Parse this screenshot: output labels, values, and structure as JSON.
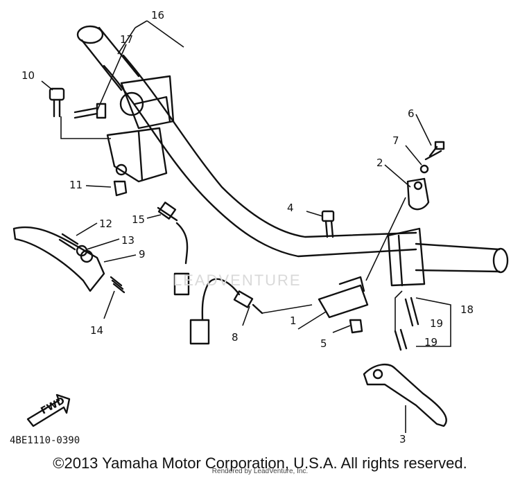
{
  "part_numbers": {
    "p1": "1",
    "p2": "2",
    "p3": "3",
    "p4": "4",
    "p5": "5",
    "p6": "6",
    "p7": "7",
    "p8": "8",
    "p9": "9",
    "p10": "10",
    "p11": "11",
    "p12": "12",
    "p13": "13",
    "p14": "14",
    "p15": "15",
    "p16": "16",
    "p17": "17",
    "p18": "18",
    "p19a": "19",
    "p19b": "19"
  },
  "fwd_label": "FWD",
  "part_code": "4BE1110-0390",
  "copyright": "©2013 Yamaha Motor Corporation, U.S.A. All rights reserved.",
  "rendered_by": "Rendered by LeadVenture, Inc.",
  "watermark": "LEADVENTURE",
  "colors": {
    "ink": "#111111",
    "background": "#ffffff",
    "watermark": "#d9d9d9"
  }
}
